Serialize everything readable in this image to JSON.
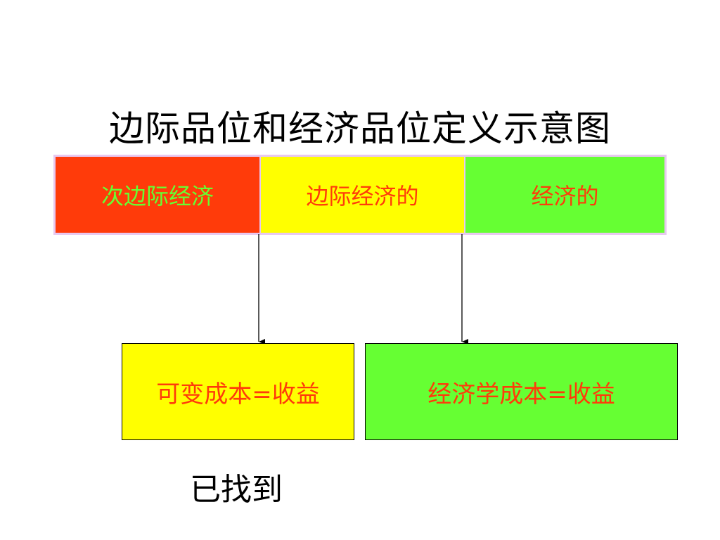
{
  "title": "边际品位和经济品位定义示意图",
  "band": {
    "segments": [
      {
        "label": "次边际经济",
        "bg": "#ff3b0a",
        "fg": "#66ff33"
      },
      {
        "label": "边际经济的",
        "bg": "#ffff00",
        "fg": "#ff3b0a"
      },
      {
        "label": "经济的",
        "bg": "#66ff33",
        "fg": "#ff3b0a"
      }
    ],
    "border_color": "#e8c8f0"
  },
  "boxes": [
    {
      "label": "可变成本=收益",
      "bg": "#ffff00",
      "fg": "#ff3b0a"
    },
    {
      "label": "经济学成本=收益",
      "bg": "#66ff33",
      "fg": "#ff3b0a"
    }
  ],
  "footer": "已找到"
}
